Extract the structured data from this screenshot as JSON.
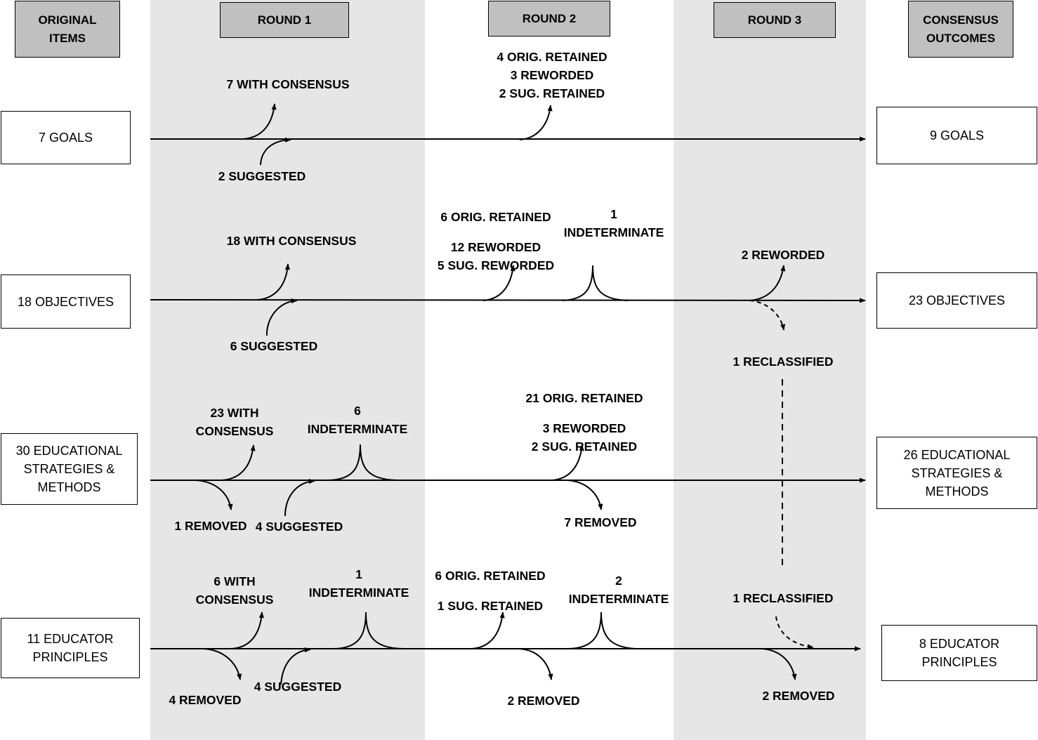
{
  "headers": {
    "original": "ORIGINAL\nITEMS",
    "round1": "ROUND 1",
    "round2": "ROUND 2",
    "round3": "ROUND 3",
    "outcomes": "CONSENSUS\nOUTCOMES"
  },
  "rows": {
    "goals": {
      "source": "7 GOALS",
      "outcome": "9 GOALS",
      "r1_consensus": "7 WITH CONSENSUS",
      "r1_suggested": "2 SUGGESTED",
      "r2_retained": "4 ORIG. RETAINED\n3 REWORDED\n2 SUG. RETAINED"
    },
    "objectives": {
      "source": "18 OBJECTIVES",
      "outcome": "23 OBJECTIVES",
      "r1_consensus": "18 WITH CONSENSUS",
      "r1_suggested": "6 SUGGESTED",
      "r2_orig": "6 ORIG. RETAINED",
      "r2_reworded": "12 REWORDED\n5 SUG. REWORDED",
      "r2_indeterminate": "1\nINDETERMINATE",
      "r3_reworded": "2 REWORDED",
      "r3_reclassified": "1 RECLASSIFIED"
    },
    "strategies": {
      "source": "30 EDUCATIONAL\nSTRATEGIES &\nMETHODS",
      "outcome": "26 EDUCATIONAL\nSTRATEGIES &\nMETHODS",
      "r1_consensus": "23 WITH\nCONSENSUS",
      "r1_indeterminate": "6\nINDETERMINATE",
      "r1_removed": "1 REMOVED",
      "r1_suggested": "4 SUGGESTED",
      "r2_orig": "21 ORIG. RETAINED",
      "r2_reworded": "3 REWORDED\n2 SUG. RETAINED",
      "r2_removed": "7 REMOVED"
    },
    "principles": {
      "source": "11 EDUCATOR\nPRINCIPLES",
      "outcome": "8 EDUCATOR\nPRINCIPLES",
      "r1_consensus": "6 WITH\nCONSENSUS",
      "r1_indeterminate": "1\nINDETERMINATE",
      "r1_removed": "4 REMOVED",
      "r1_suggested": "4 SUGGESTED",
      "r2_orig": "6 ORIG. RETAINED",
      "r2_sug": "1 SUG. RETAINED",
      "r2_indeterminate": "2\nINDETERMINATE",
      "r2_removed": "2 REMOVED",
      "r3_reclassified": "1 RECLASSIFIED",
      "r3_removed": "2 REMOVED"
    }
  }
}
